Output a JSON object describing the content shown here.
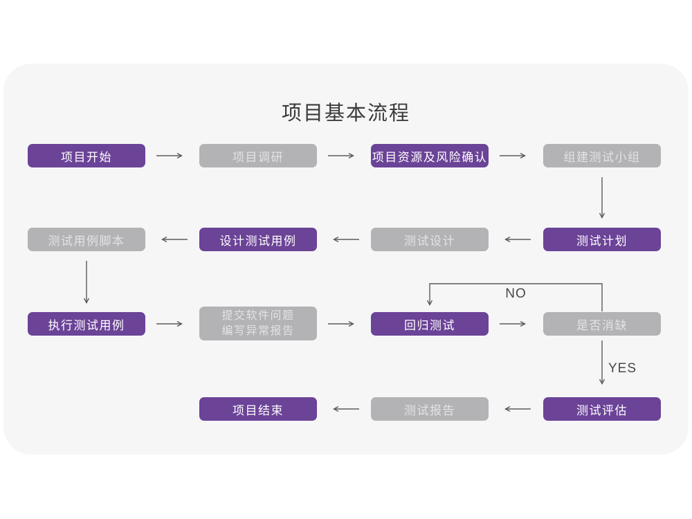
{
  "title": "项目基本流程",
  "colors": {
    "accent_purple": "#6b4397",
    "node_gray": "#b3b2b4",
    "card_background": "#f6f6f7",
    "arrow": "#5a5a5c"
  },
  "labels": {
    "no": "NO",
    "yes": "YES"
  },
  "nodes": [
    {
      "label": "项目开始",
      "variant": "purple"
    },
    {
      "label": "项目调研",
      "variant": "gray"
    },
    {
      "label": "项目资源及风险确认",
      "variant": "purple"
    },
    {
      "label": "组建测试小组",
      "variant": "gray"
    },
    {
      "label": "测试用例脚本",
      "variant": "gray"
    },
    {
      "label": "设计测试用例",
      "variant": "purple"
    },
    {
      "label": "测试设计",
      "variant": "gray"
    },
    {
      "label": "测试计划",
      "variant": "purple"
    },
    {
      "label": "执行测试用例",
      "variant": "purple"
    },
    {
      "label": "提交软件问题\n编写异常报告",
      "variant": "gray"
    },
    {
      "label": "回归测试",
      "variant": "purple"
    },
    {
      "label": "是否消缺",
      "variant": "gray"
    },
    {
      "label": "项目结束",
      "variant": "purple"
    },
    {
      "label": "测试报告",
      "variant": "gray"
    },
    {
      "label": "测试评估",
      "variant": "purple"
    }
  ]
}
